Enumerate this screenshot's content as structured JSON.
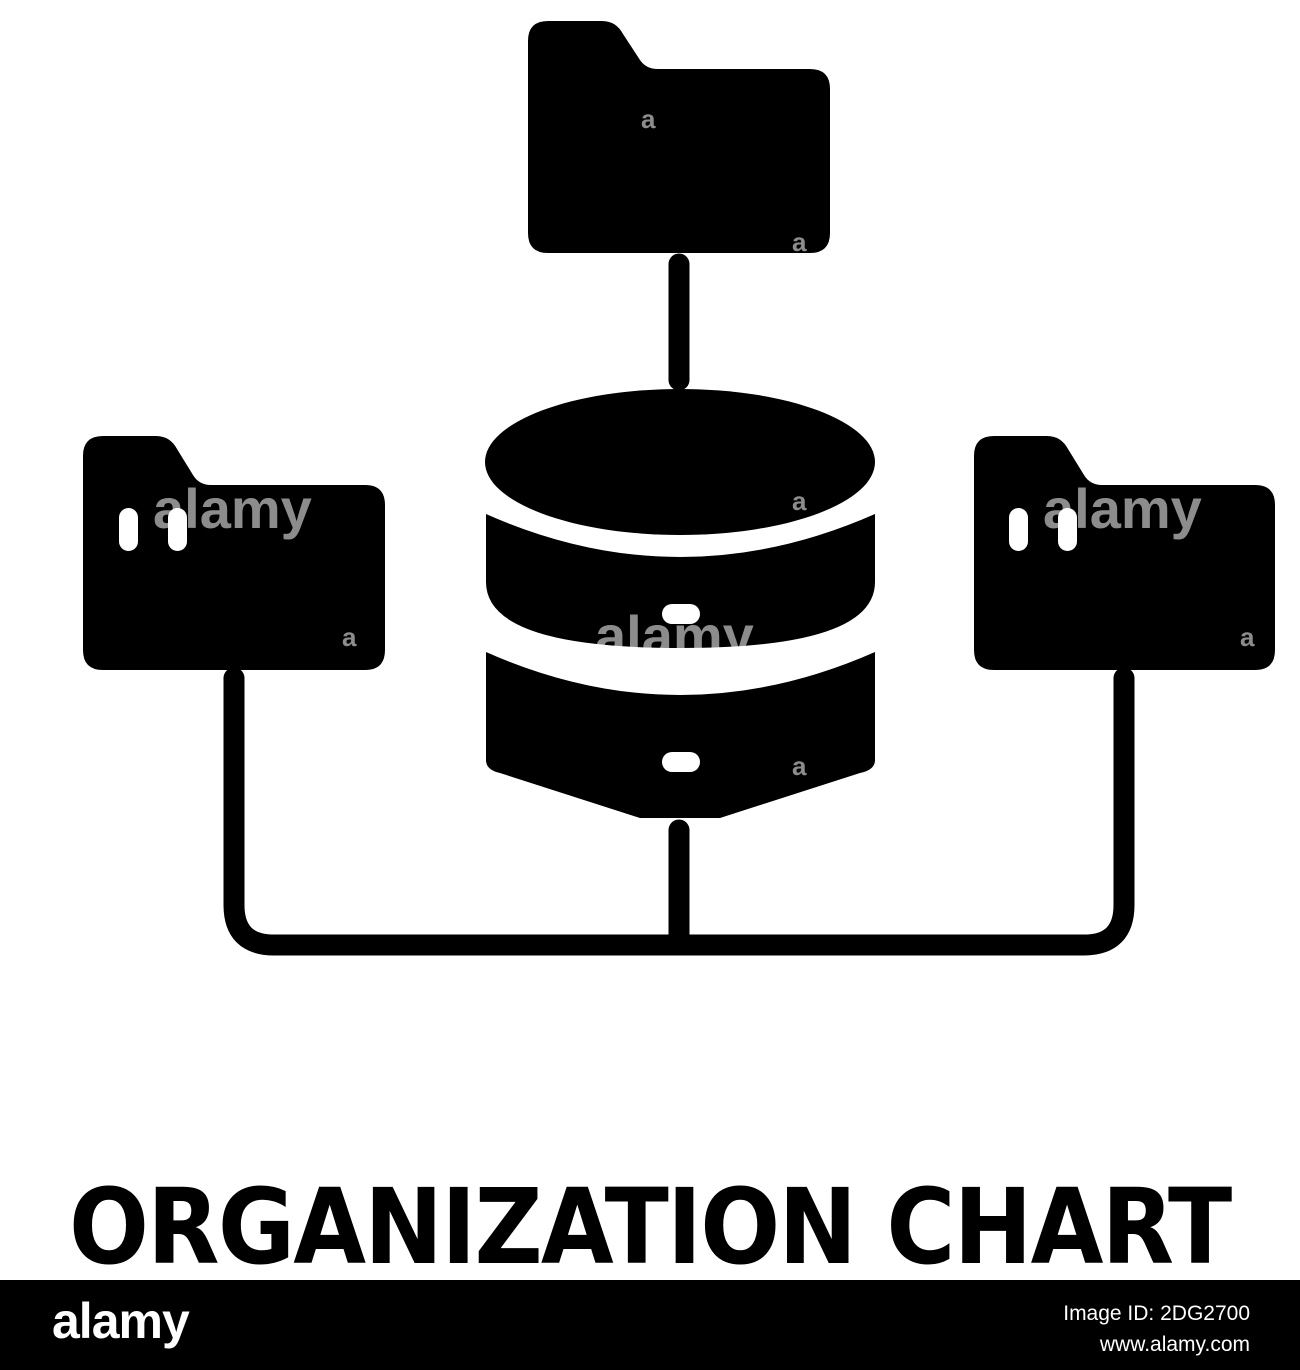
{
  "caption": {
    "title": "ORGANIZATION CHART"
  },
  "watermark": {
    "label": "alamy",
    "small_label": "a"
  },
  "footer": {
    "logo": "alamy",
    "image_id": "Image ID: 2DG2700",
    "url": "www.alamy.com"
  },
  "icons": {
    "top": "folder-icon",
    "left": "folder-icon",
    "right": "folder-icon",
    "center": "database-icon"
  },
  "colors": {
    "foreground": "#000000",
    "background": "#ffffff"
  }
}
